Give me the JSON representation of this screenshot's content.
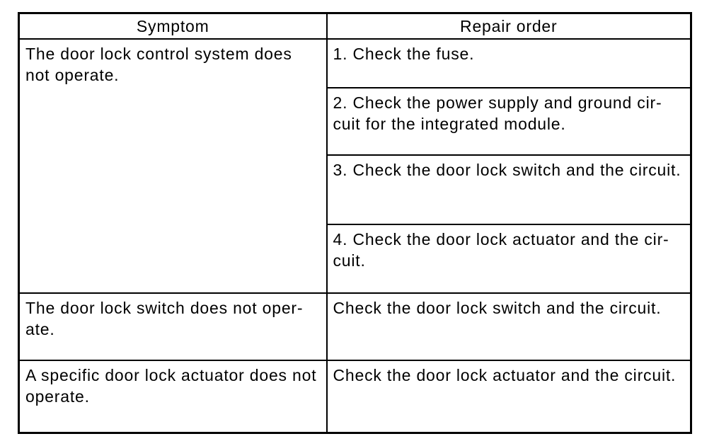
{
  "table": {
    "headers": {
      "symptom": "Symptom",
      "repair": "Repair order"
    },
    "rows": [
      {
        "symptom": "The door lock control system does\nnot operate.",
        "repairs": [
          "1. Check the fuse.",
          "2. Check the power supply and ground cir-\ncuit for the integrated module.",
          "3. Check the door lock switch and the circuit.",
          "4. Check the door lock actuator and the cir-\ncuit."
        ]
      },
      {
        "symptom": "The door lock switch does not oper-\nate.",
        "repairs": [
          "Check the door lock switch and the circuit."
        ]
      },
      {
        "symptom": "A specific door lock actuator does not\noperate.",
        "repairs": [
          "Check the door lock actuator and the circuit."
        ]
      }
    ]
  }
}
